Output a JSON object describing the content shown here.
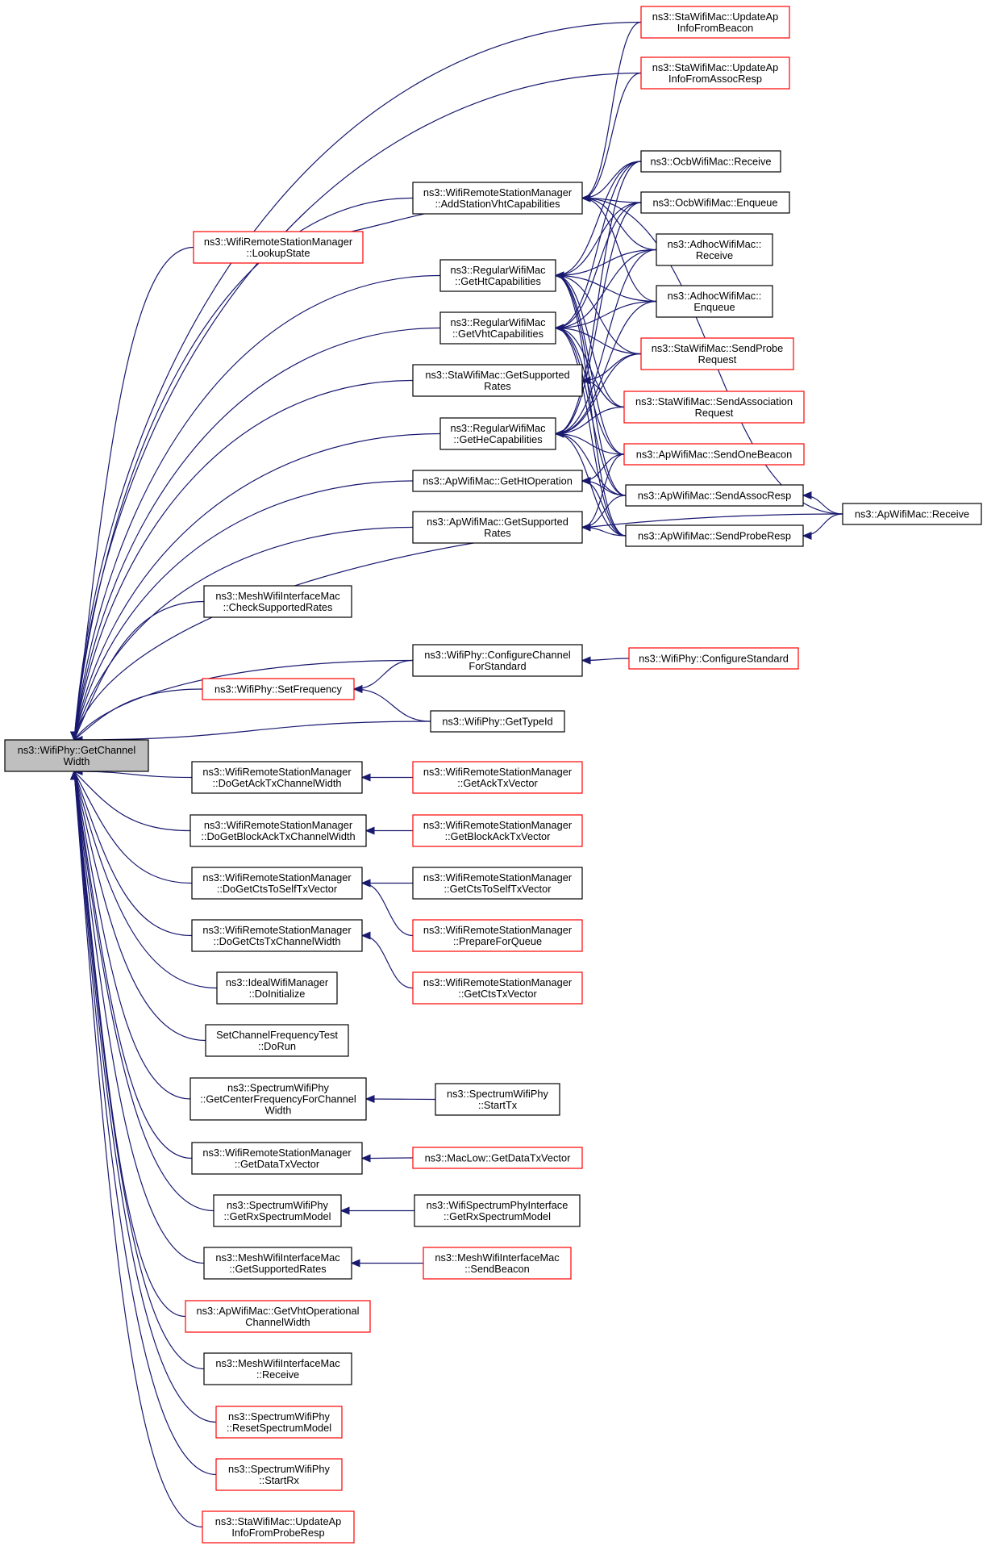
{
  "nodes": [
    {
      "id": "root",
      "lines": [
        "ns3::WifiPhy::GetChannel",
        "Width"
      ],
      "border": "black",
      "fill": "gray"
    },
    {
      "id": "n1",
      "lines": [
        "ns3::StaWifiMac::UpdateAp",
        "InfoFromBeacon"
      ],
      "border": "red"
    },
    {
      "id": "n2",
      "lines": [
        "ns3::StaWifiMac::UpdateAp",
        "InfoFromAssocResp"
      ],
      "border": "red"
    },
    {
      "id": "n3",
      "lines": [
        "ns3::WifiRemoteStationManager",
        "::AddStationVhtCapabilities"
      ],
      "border": "black"
    },
    {
      "id": "n4",
      "lines": [
        "ns3::OcbWifiMac::Receive"
      ],
      "border": "black"
    },
    {
      "id": "n5",
      "lines": [
        "ns3::OcbWifiMac::Enqueue"
      ],
      "border": "black"
    },
    {
      "id": "n6",
      "lines": [
        "ns3::WifiRemoteStationManager",
        "::LookupState"
      ],
      "border": "red"
    },
    {
      "id": "n7",
      "lines": [
        "ns3::AdhocWifiMac::",
        "Receive"
      ],
      "border": "black"
    },
    {
      "id": "n8",
      "lines": [
        "ns3::RegularWifiMac",
        "::GetHtCapabilities"
      ],
      "border": "black"
    },
    {
      "id": "n9",
      "lines": [
        "ns3::AdhocWifiMac::",
        "Enqueue"
      ],
      "border": "black"
    },
    {
      "id": "n10",
      "lines": [
        "ns3::RegularWifiMac",
        "::GetVhtCapabilities"
      ],
      "border": "black"
    },
    {
      "id": "n11",
      "lines": [
        "ns3::StaWifiMac::SendProbe",
        "Request"
      ],
      "border": "red"
    },
    {
      "id": "n12",
      "lines": [
        "ns3::StaWifiMac::GetSupported",
        "Rates"
      ],
      "border": "black"
    },
    {
      "id": "n13",
      "lines": [
        "ns3::StaWifiMac::SendAssociation",
        "Request"
      ],
      "border": "red"
    },
    {
      "id": "n14",
      "lines": [
        "ns3::RegularWifiMac",
        "::GetHeCapabilities"
      ],
      "border": "black"
    },
    {
      "id": "n15",
      "lines": [
        "ns3::ApWifiMac::SendOneBeacon"
      ],
      "border": "red"
    },
    {
      "id": "n16",
      "lines": [
        "ns3::ApWifiMac::GetHtOperation"
      ],
      "border": "black"
    },
    {
      "id": "n17",
      "lines": [
        "ns3::ApWifiMac::SendAssocResp"
      ],
      "border": "black"
    },
    {
      "id": "n18",
      "lines": [
        "ns3::ApWifiMac::Receive"
      ],
      "border": "black"
    },
    {
      "id": "n19",
      "lines": [
        "ns3::ApWifiMac::GetSupported",
        "Rates"
      ],
      "border": "black"
    },
    {
      "id": "n20",
      "lines": [
        "ns3::ApWifiMac::SendProbeResp"
      ],
      "border": "black"
    },
    {
      "id": "n21",
      "lines": [
        "ns3::MeshWifiInterfaceMac",
        "::CheckSupportedRates"
      ],
      "border": "black"
    },
    {
      "id": "n22",
      "lines": [
        "ns3::WifiPhy::ConfigureChannel",
        "ForStandard"
      ],
      "border": "black"
    },
    {
      "id": "n23",
      "lines": [
        "ns3::WifiPhy::ConfigureStandard"
      ],
      "border": "red"
    },
    {
      "id": "n24",
      "lines": [
        "ns3::WifiPhy::SetFrequency"
      ],
      "border": "red"
    },
    {
      "id": "n25",
      "lines": [
        "ns3::WifiPhy::GetTypeId"
      ],
      "border": "black"
    },
    {
      "id": "n26",
      "lines": [
        "ns3::WifiRemoteStationManager",
        "::DoGetAckTxChannelWidth"
      ],
      "border": "black"
    },
    {
      "id": "n27",
      "lines": [
        "ns3::WifiRemoteStationManager",
        "::GetAckTxVector"
      ],
      "border": "red"
    },
    {
      "id": "n28",
      "lines": [
        "ns3::WifiRemoteStationManager",
        "::DoGetBlockAckTxChannelWidth"
      ],
      "border": "black"
    },
    {
      "id": "n29",
      "lines": [
        "ns3::WifiRemoteStationManager",
        "::GetBlockAckTxVector"
      ],
      "border": "red"
    },
    {
      "id": "n30",
      "lines": [
        "ns3::WifiRemoteStationManager",
        "::DoGetCtsToSelfTxVector"
      ],
      "border": "black"
    },
    {
      "id": "n31",
      "lines": [
        "ns3::WifiRemoteStationManager",
        "::GetCtsToSelfTxVector"
      ],
      "border": "black"
    },
    {
      "id": "n32",
      "lines": [
        "ns3::WifiRemoteStationManager",
        "::PrepareForQueue"
      ],
      "border": "red"
    },
    {
      "id": "n33",
      "lines": [
        "ns3::WifiRemoteStationManager",
        "::DoGetCtsTxChannelWidth"
      ],
      "border": "black"
    },
    {
      "id": "n34",
      "lines": [
        "ns3::WifiRemoteStationManager",
        "::GetCtsTxVector"
      ],
      "border": "red"
    },
    {
      "id": "n35",
      "lines": [
        "ns3::IdealWifiManager",
        "::DoInitialize"
      ],
      "border": "black"
    },
    {
      "id": "n36",
      "lines": [
        "SetChannelFrequencyTest",
        "::DoRun"
      ],
      "border": "black"
    },
    {
      "id": "n37",
      "lines": [
        "ns3::SpectrumWifiPhy",
        "::GetCenterFrequencyForChannel",
        "Width"
      ],
      "border": "black"
    },
    {
      "id": "n38",
      "lines": [
        "ns3::SpectrumWifiPhy",
        "::StartTx"
      ],
      "border": "black"
    },
    {
      "id": "n39",
      "lines": [
        "ns3::WifiRemoteStationManager",
        "::GetDataTxVector"
      ],
      "border": "black"
    },
    {
      "id": "n40",
      "lines": [
        "ns3::MacLow::GetDataTxVector"
      ],
      "border": "red"
    },
    {
      "id": "n41",
      "lines": [
        "ns3::SpectrumWifiPhy",
        "::GetRxSpectrumModel"
      ],
      "border": "black"
    },
    {
      "id": "n42",
      "lines": [
        "ns3::WifiSpectrumPhyInterface",
        "::GetRxSpectrumModel"
      ],
      "border": "black"
    },
    {
      "id": "n43",
      "lines": [
        "ns3::MeshWifiInterfaceMac",
        "::GetSupportedRates"
      ],
      "border": "black"
    },
    {
      "id": "n44",
      "lines": [
        "ns3::MeshWifiInterfaceMac",
        "::SendBeacon"
      ],
      "border": "red"
    },
    {
      "id": "n45",
      "lines": [
        "ns3::ApWifiMac::GetVhtOperational",
        "ChannelWidth"
      ],
      "border": "red"
    },
    {
      "id": "n46",
      "lines": [
        "ns3::MeshWifiInterfaceMac",
        "::Receive"
      ],
      "border": "black"
    },
    {
      "id": "n47",
      "lines": [
        "ns3::SpectrumWifiPhy",
        "::ResetSpectrumModel"
      ],
      "border": "red"
    },
    {
      "id": "n48",
      "lines": [
        "ns3::SpectrumWifiPhy",
        "::StartRx"
      ],
      "border": "red"
    },
    {
      "id": "n49",
      "lines": [
        "ns3::StaWifiMac::UpdateAp",
        "InfoFromProbeResp"
      ],
      "border": "red"
    }
  ],
  "edges": [
    [
      "n1",
      "root"
    ],
    [
      "n2",
      "root"
    ],
    [
      "n3",
      "root"
    ],
    [
      "n6",
      "root"
    ],
    [
      "n8",
      "root"
    ],
    [
      "n10",
      "root"
    ],
    [
      "n12",
      "root"
    ],
    [
      "n14",
      "root"
    ],
    [
      "n16",
      "root"
    ],
    [
      "n19",
      "root"
    ],
    [
      "n18",
      "root"
    ],
    [
      "n21",
      "root"
    ],
    [
      "n22",
      "root"
    ],
    [
      "n24",
      "root"
    ],
    [
      "n25",
      "root"
    ],
    [
      "n26",
      "root"
    ],
    [
      "n28",
      "root"
    ],
    [
      "n30",
      "root"
    ],
    [
      "n33",
      "root"
    ],
    [
      "n35",
      "root"
    ],
    [
      "n36",
      "root"
    ],
    [
      "n37",
      "root"
    ],
    [
      "n39",
      "root"
    ],
    [
      "n41",
      "root"
    ],
    [
      "n43",
      "root"
    ],
    [
      "n45",
      "root"
    ],
    [
      "n46",
      "root"
    ],
    [
      "n47",
      "root"
    ],
    [
      "n48",
      "root"
    ],
    [
      "n49",
      "root"
    ],
    [
      "n6",
      "n3"
    ],
    [
      "n1",
      "n3"
    ],
    [
      "n2",
      "n3"
    ],
    [
      "n18",
      "n3"
    ],
    [
      "n4",
      "n3"
    ],
    [
      "n5",
      "n3"
    ],
    [
      "n7",
      "n3"
    ],
    [
      "n9",
      "n3"
    ],
    [
      "n4",
      "n8"
    ],
    [
      "n5",
      "n8"
    ],
    [
      "n7",
      "n8"
    ],
    [
      "n9",
      "n8"
    ],
    [
      "n11",
      "n8"
    ],
    [
      "n13",
      "n8"
    ],
    [
      "n15",
      "n8"
    ],
    [
      "n17",
      "n8"
    ],
    [
      "n20",
      "n8"
    ],
    [
      "n4",
      "n10"
    ],
    [
      "n5",
      "n10"
    ],
    [
      "n7",
      "n10"
    ],
    [
      "n9",
      "n10"
    ],
    [
      "n11",
      "n10"
    ],
    [
      "n13",
      "n10"
    ],
    [
      "n15",
      "n10"
    ],
    [
      "n17",
      "n10"
    ],
    [
      "n20",
      "n10"
    ],
    [
      "n11",
      "n12"
    ],
    [
      "n13",
      "n12"
    ],
    [
      "n4",
      "n14"
    ],
    [
      "n5",
      "n14"
    ],
    [
      "n7",
      "n14"
    ],
    [
      "n9",
      "n14"
    ],
    [
      "n11",
      "n14"
    ],
    [
      "n13",
      "n14"
    ],
    [
      "n15",
      "n14"
    ],
    [
      "n17",
      "n14"
    ],
    [
      "n20",
      "n14"
    ],
    [
      "n15",
      "n16"
    ],
    [
      "n17",
      "n16"
    ],
    [
      "n20",
      "n16"
    ],
    [
      "n15",
      "n19"
    ],
    [
      "n17",
      "n19"
    ],
    [
      "n20",
      "n19"
    ],
    [
      "n18",
      "n17"
    ],
    [
      "n18",
      "n20"
    ],
    [
      "n23",
      "n22"
    ],
    [
      "n22",
      "n24"
    ],
    [
      "n25",
      "n24"
    ],
    [
      "n27",
      "n26"
    ],
    [
      "n29",
      "n28"
    ],
    [
      "n31",
      "n30"
    ],
    [
      "n32",
      "n30"
    ],
    [
      "n34",
      "n33"
    ],
    [
      "n38",
      "n37"
    ],
    [
      "n40",
      "n39"
    ],
    [
      "n42",
      "n41"
    ],
    [
      "n44",
      "n43"
    ]
  ]
}
